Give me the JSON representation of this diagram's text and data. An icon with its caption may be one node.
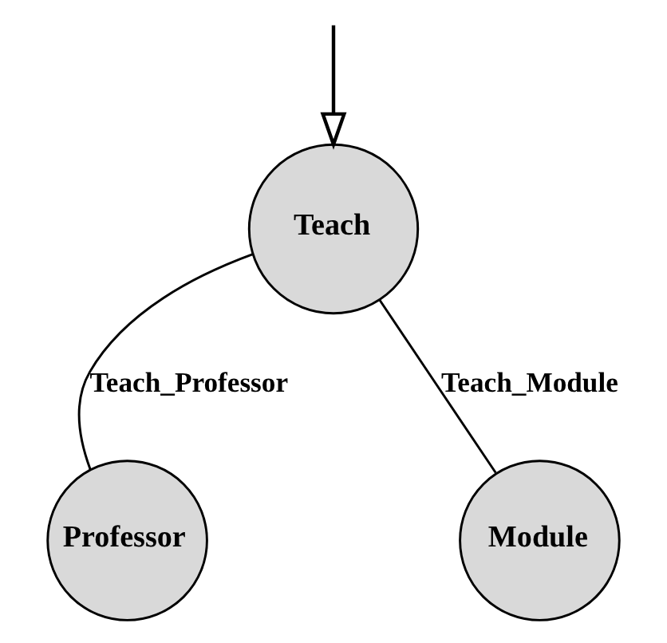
{
  "diagram": {
    "nodes": [
      {
        "text": [
          "Teach"
        ]
      },
      {
        "text": [
          "Professor"
        ]
      },
      {
        "text": [
          "Module"
        ]
      }
    ],
    "edges": [
      {
        "from": null,
        "to": 0,
        "arrow": "to"
      },
      {
        "from": 0,
        "to": 1,
        "arrow": "none",
        "label": "Teach_Professor"
      },
      {
        "from": 0,
        "to": 2,
        "arrow": "none",
        "label": "Teach_Module"
      }
    ]
  }
}
